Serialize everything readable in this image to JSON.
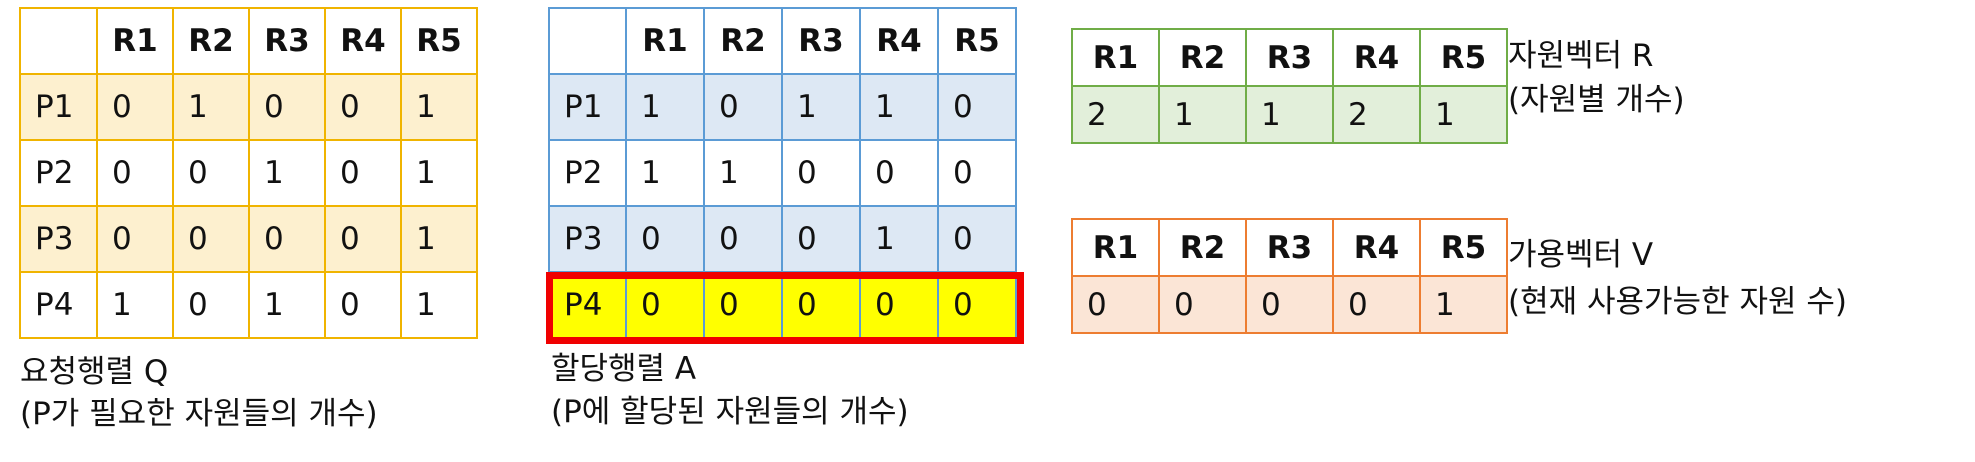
{
  "q_table": {
    "headers": [
      "",
      "R1",
      "R2",
      "R3",
      "R4",
      "R5"
    ],
    "rows": [
      {
        "label": "P1",
        "values": [
          "0",
          "1",
          "0",
          "0",
          "1"
        ]
      },
      {
        "label": "P2",
        "values": [
          "0",
          "0",
          "1",
          "0",
          "1"
        ]
      },
      {
        "label": "P3",
        "values": [
          "0",
          "0",
          "0",
          "0",
          "1"
        ]
      },
      {
        "label": "P4",
        "values": [
          "1",
          "0",
          "1",
          "0",
          "1"
        ]
      }
    ],
    "caption_line1": "요청행렬 Q",
    "caption_line2": "(P가 필요한 자원들의 개수)",
    "border_color": "#f0b400",
    "fill_color": "#fdf0cf"
  },
  "a_table": {
    "headers": [
      "",
      "R1",
      "R2",
      "R3",
      "R4",
      "R5"
    ],
    "rows": [
      {
        "label": "P1",
        "values": [
          "1",
          "0",
          "1",
          "1",
          "0"
        ]
      },
      {
        "label": "P2",
        "values": [
          "1",
          "1",
          "0",
          "0",
          "0"
        ]
      },
      {
        "label": "P3",
        "values": [
          "0",
          "0",
          "0",
          "1",
          "0"
        ]
      },
      {
        "label": "P4",
        "values": [
          "0",
          "0",
          "0",
          "0",
          "0"
        ]
      }
    ],
    "highlighted_row": "P4",
    "caption_line1": "할당행렬 A",
    "caption_line2": "(P에 할당된 자원들의 개수)",
    "border_color": "#5b9bd5",
    "fill_color": "#dde8f4",
    "highlight_fill": "#ffff00",
    "highlight_border": "#f00000"
  },
  "r_vector": {
    "headers": [
      "R1",
      "R2",
      "R3",
      "R4",
      "R5"
    ],
    "values": [
      "2",
      "1",
      "1",
      "2",
      "1"
    ],
    "label_line1": "자원벡터 R",
    "label_line2": "(자원별 개수)",
    "border_color": "#70ad47",
    "fill_color": "#e2efda"
  },
  "v_vector": {
    "headers": [
      "R1",
      "R2",
      "R3",
      "R4",
      "R5"
    ],
    "values": [
      "0",
      "0",
      "0",
      "0",
      "1"
    ],
    "label_line1": "가용벡터 V",
    "label_line2": "(현재 사용가능한 자원 수)",
    "border_color": "#ed7d31",
    "fill_color": "#fbe5d6"
  }
}
